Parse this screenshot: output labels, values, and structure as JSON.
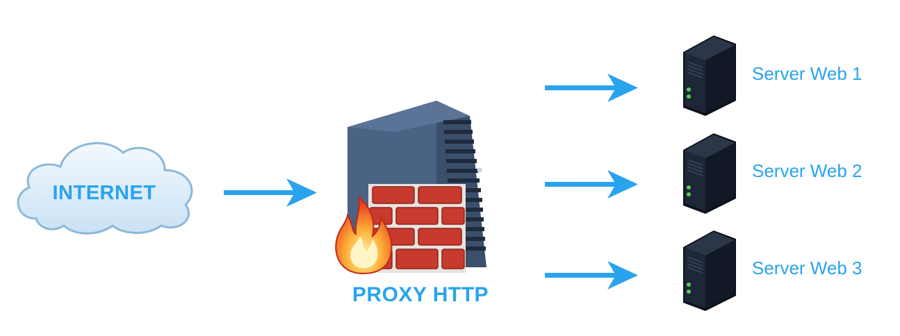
{
  "internet": {
    "label": "INTERNET",
    "icon": "cloud-icon"
  },
  "proxy": {
    "label": "PROXY HTTP",
    "icons": [
      "server-tower-icon",
      "firewall-icon",
      "fire-icon"
    ]
  },
  "servers": [
    {
      "label": "Server Web 1",
      "icon": "server-icon"
    },
    {
      "label": "Server Web 2",
      "icon": "server-icon"
    },
    {
      "label": "Server Web 3",
      "icon": "server-icon"
    }
  ],
  "colors": {
    "accent": "#2aa3ee",
    "cloud_fill": "#dceefb",
    "cloud_stroke": "#8cb8d8",
    "tower": "#3f5573",
    "brick": "#c83a2e",
    "server_body": "#151c2a"
  }
}
